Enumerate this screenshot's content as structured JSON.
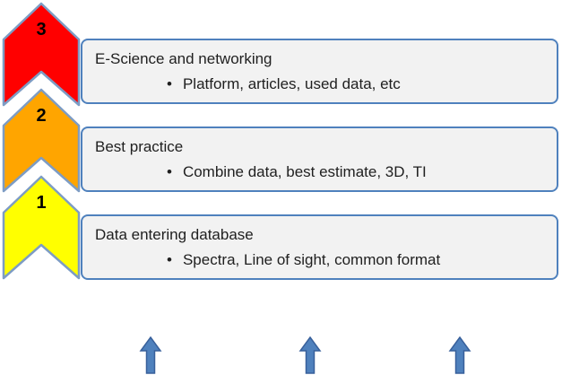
{
  "diagram_title": "",
  "bullet_char": "•",
  "levels": [
    {
      "number": "3",
      "fill": "#FF0000",
      "title": "E-Science and networking",
      "bullet_text": "Platform, articles, used data, etc"
    },
    {
      "number": "2",
      "fill": "#FFA500",
      "title": "Best practice",
      "bullet_text": "Combine data, best estimate, 3D, TI"
    },
    {
      "number": "1",
      "fill": "#FFFF00",
      "title": "Data entering database",
      "bullet_text": "Spectra, Line of sight, common format"
    }
  ],
  "footer_arrows": {
    "count": 3,
    "direction": "up",
    "fill": "#4F81BD",
    "border": "#38609B"
  },
  "colors": {
    "chevron_border": "#7D9CC4",
    "box_border": "#4F81BD",
    "box_fill": "#F2F2F2",
    "text": "#1F1F1F",
    "background": "#FFFFFF"
  }
}
